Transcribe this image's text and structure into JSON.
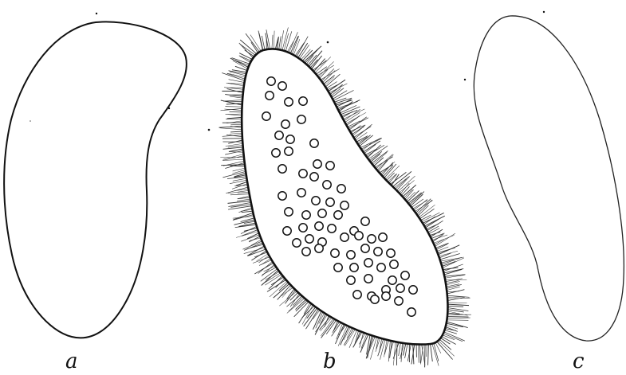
{
  "figure": {
    "panels": [
      {
        "id": "a",
        "label": "a"
      },
      {
        "id": "b",
        "label": "b"
      },
      {
        "id": "c",
        "label": "c"
      }
    ],
    "colors": {
      "ink": "#111111",
      "background": "#ffffff",
      "fringe": "#333333"
    }
  }
}
